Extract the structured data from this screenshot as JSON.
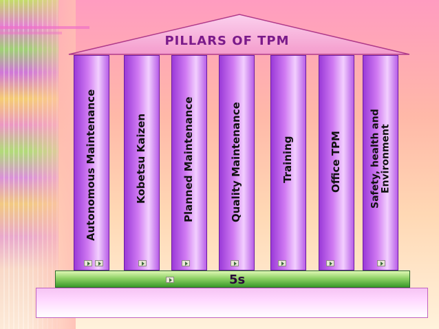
{
  "title": "PILLARS OF TPM",
  "pillars": [
    {
      "label": "Autonomous Maintenance"
    },
    {
      "label": "Kobetsu Kaizen"
    },
    {
      "label": "Planned Maintenance"
    },
    {
      "label": "Quality Maintenance"
    },
    {
      "label": "Training"
    },
    {
      "label": "Office TPM"
    },
    {
      "label_line1": "Safety, health and",
      "label_line2": "Environment"
    }
  ],
  "base": {
    "label": "5s"
  },
  "colors": {
    "pillar": "#c46ae8",
    "roof": "#f7b4dc",
    "base": "#6cc04a",
    "foundation": "#f8c8f8",
    "title": "#7a1a8a"
  },
  "icons": {
    "nav_button": "play-forward-icon"
  }
}
